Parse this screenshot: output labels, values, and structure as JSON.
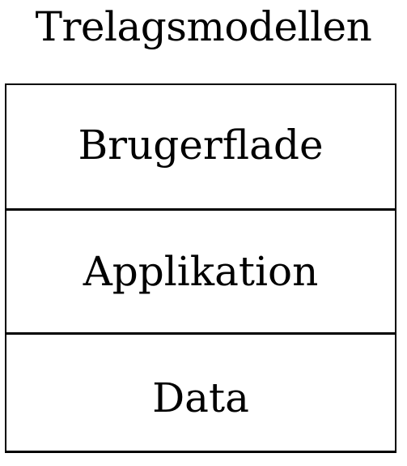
{
  "title": "Trelagsmodellen",
  "layers": [
    {
      "label": "Brugerflade"
    },
    {
      "label": "Applikation"
    },
    {
      "label": "Data"
    }
  ]
}
